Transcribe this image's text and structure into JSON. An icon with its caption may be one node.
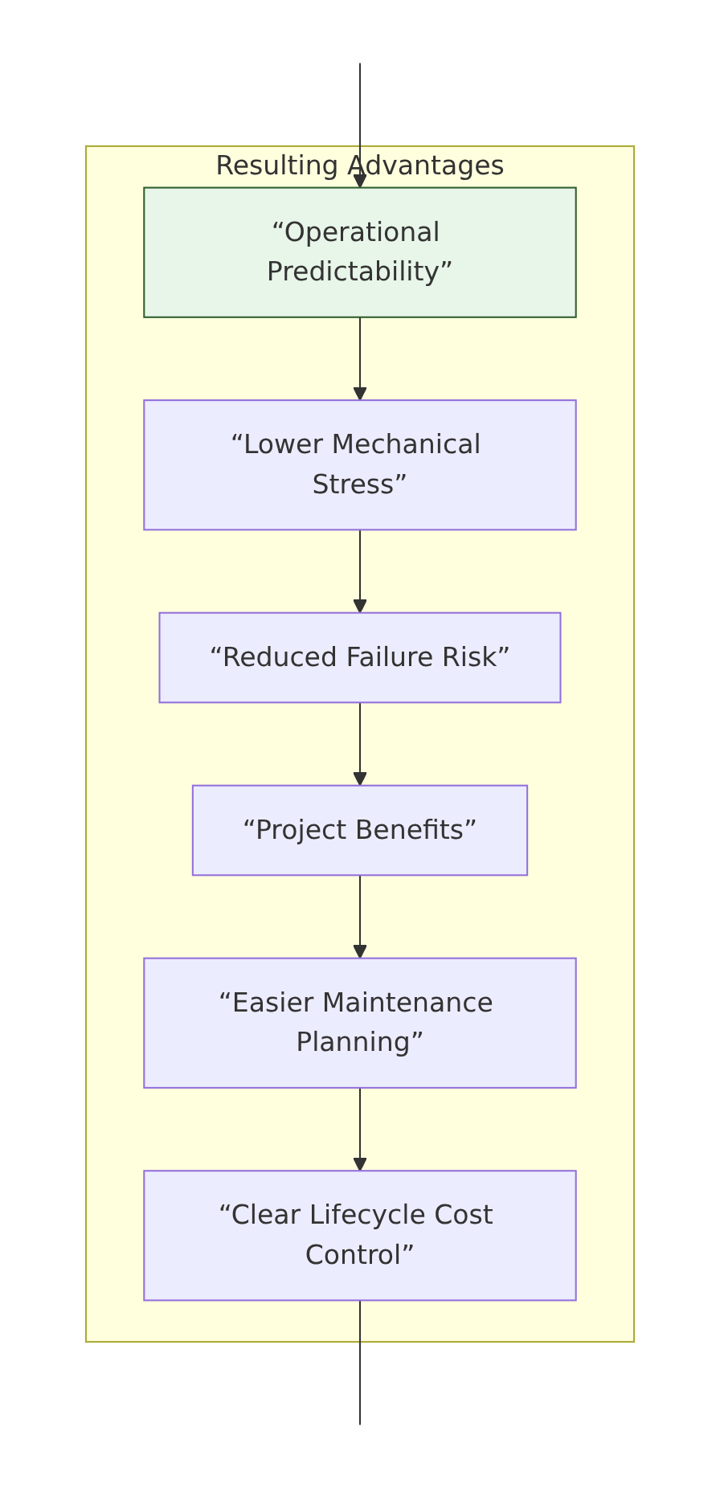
{
  "diagram": {
    "nodes": [
      {
        "text": [
          "Resulting Advantages"
        ]
      },
      {
        "text": [
          "“Operational Predictability”"
        ],
        "in": 0
      },
      {
        "text": [
          "“Lower Mechanical Stress”"
        ],
        "in": 0
      },
      {
        "text": [
          "“Reduced Failure Risk”"
        ],
        "in": 0
      },
      {
        "text": [
          "“Project Benefits”"
        ],
        "in": 0
      },
      {
        "text": [
          "“Easier Maintenance Planning”"
        ],
        "in": 0
      },
      {
        "text": [
          "“Clear Lifecycle Cost Control”"
        ],
        "in": 0
      }
    ],
    "edges": [
      {
        "from": null,
        "to": 1,
        "arrow": "to"
      },
      {
        "from": 1,
        "to": 2,
        "arrow": "to"
      },
      {
        "from": 2,
        "to": 3,
        "arrow": "to"
      },
      {
        "from": 3,
        "to": 4,
        "arrow": "to"
      },
      {
        "from": 4,
        "to": 5,
        "arrow": "to"
      },
      {
        "from": 5,
        "to": 6,
        "arrow": "to"
      },
      {
        "from": 6,
        "to": null,
        "arrow": "none"
      }
    ]
  }
}
